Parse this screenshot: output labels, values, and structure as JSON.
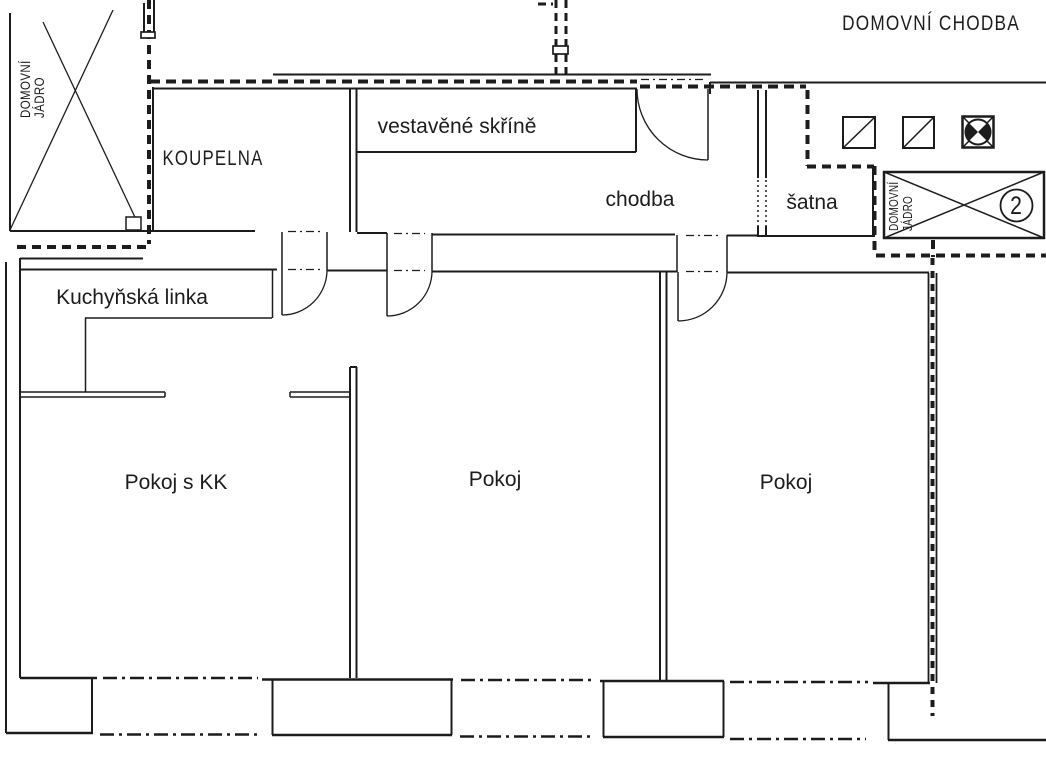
{
  "plan": {
    "title": "Apartment floor plan (scanned drawing)",
    "labels": {
      "domovni_chodba": "DOMOVNÍ CHODBA",
      "koupelna": "KOUPELNA",
      "vestavene_skrine": "vestavěné skříně",
      "chodba": "chodba",
      "satna": "šatna",
      "kuchynska_linka": "Kuchyňská linka",
      "pokoj_s_kk": "Pokoj s KK",
      "pokoj_stredni": "Pokoj",
      "pokoj_pravy": "Pokoj",
      "jadro_left_line1": "DOMOVNÍ",
      "jadro_left_line2": "JÁDRO",
      "jadro_right_line1": "DOMOVNÍ",
      "jadro_right_line2": "JÁDRO",
      "jadro_number": "2"
    },
    "colors": {
      "ink": "#1c1c1c",
      "background": "#ffffff"
    }
  }
}
